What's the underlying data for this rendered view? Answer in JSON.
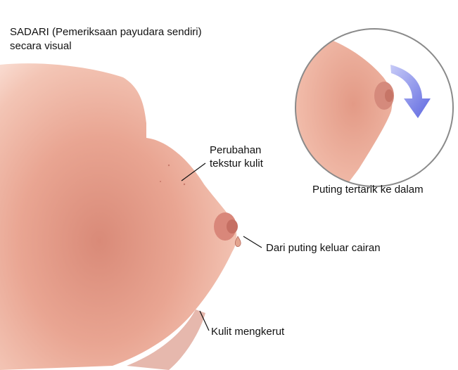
{
  "title": {
    "line1": "SADARI (Pemeriksaan payudara sendiri)",
    "line2": "secara visual"
  },
  "labels": {
    "skin_texture_line1": "Perubahan",
    "skin_texture_line2": "tekstur kulit",
    "nipple_inverted": "Puting tertarik ke dalam",
    "nipple_discharge": "Dari puting keluar cairan",
    "skin_dimpling": "Kulit mengkerut"
  },
  "colors": {
    "skin_light": "#f4c7b6",
    "skin_mid": "#e9a08e",
    "skin_dark": "#c77b6a",
    "arrow_blue": "#6f78e6"
  }
}
